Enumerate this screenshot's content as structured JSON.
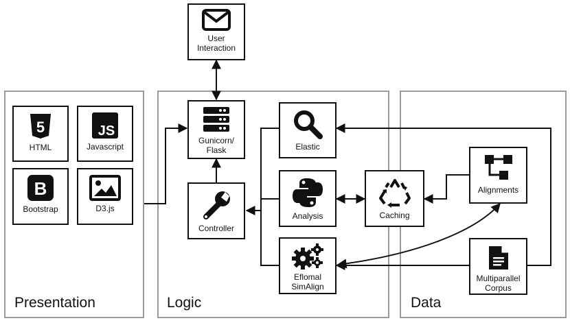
{
  "panels": {
    "presentation": "Presentation",
    "logic": "Logic",
    "data": "Data"
  },
  "nodes": {
    "user_interaction": {
      "line1": "User",
      "line2": "Interaction",
      "icon": "envelope-icon"
    },
    "gunicorn": {
      "line1": "Gunicorn/",
      "line2": "Flask",
      "icon": "server-icon"
    },
    "controller": {
      "line1": "Controller",
      "icon": "wrench-icon"
    },
    "elastic": {
      "line1": "Elastic",
      "icon": "magnifier-icon"
    },
    "analysis": {
      "line1": "Analysis",
      "icon": "python-icon"
    },
    "eflomal": {
      "line1": "Eflomal",
      "line2": "SimAlign",
      "icon": "gears-icon"
    },
    "caching": {
      "line1": "Caching",
      "icon": "recycle-icon"
    },
    "alignments": {
      "line1": "Alignments",
      "icon": "flowchart-icon"
    },
    "multiparallel": {
      "line1": "Multiparallel",
      "line2": "Corpus",
      "icon": "document-icon"
    },
    "html": {
      "line1": "HTML",
      "icon": "html5-icon",
      "glyph": "5"
    },
    "javascript": {
      "line1": "Javascript",
      "icon": "js-icon",
      "glyph": "JS"
    },
    "bootstrap": {
      "line1": "Bootstrap",
      "icon": "bootstrap-icon",
      "glyph": "B"
    },
    "d3": {
      "line1": "D3.js",
      "icon": "image-icon"
    }
  }
}
